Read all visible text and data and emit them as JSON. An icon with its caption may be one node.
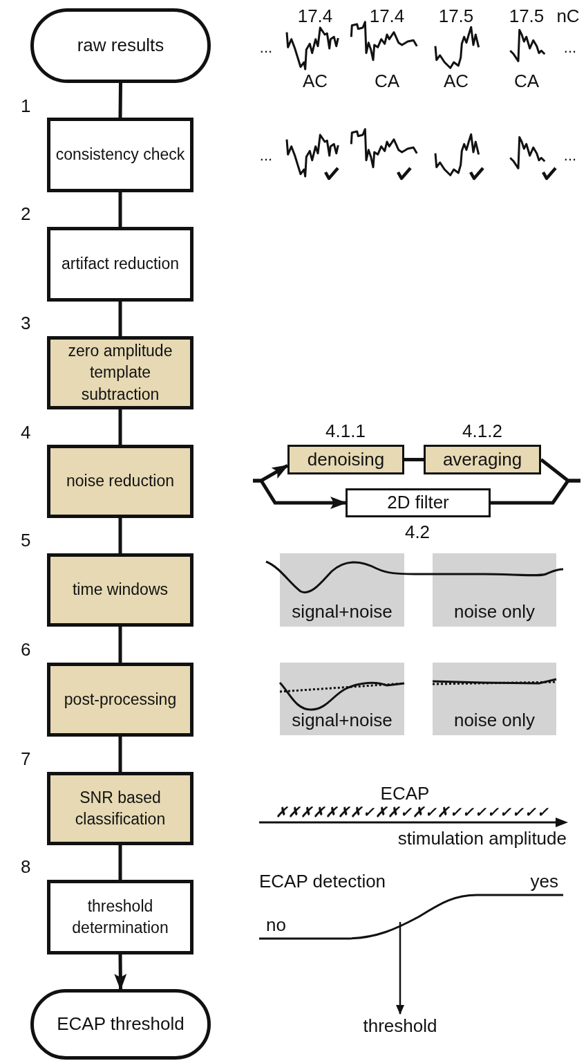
{
  "diagram": {
    "nodes": [
      {
        "text": [
          "raw results"
        ]
      },
      {
        "text": [
          "consistency check"
        ],
        "beside": [
          "1"
        ]
      },
      {
        "text": [
          "artifact reduction"
        ],
        "beside": [
          "2"
        ]
      },
      {
        "text": [
          "zero amplitude template subtraction"
        ],
        "beside": [
          "3"
        ]
      },
      {
        "text": [
          "noise reduction"
        ],
        "beside": [
          "4"
        ]
      },
      {
        "text": [
          "time windows"
        ],
        "beside": [
          "5"
        ]
      },
      {
        "text": [
          "post-processing"
        ],
        "beside": [
          "6"
        ]
      },
      {
        "text": [
          "SNR based classification"
        ],
        "beside": [
          "7"
        ]
      },
      {
        "text": [
          "threshold determination"
        ],
        "beside": [
          "8"
        ]
      },
      {
        "text": [
          "ECAP threshold"
        ]
      },
      {
        "text": [
          "denoising"
        ],
        "beside": [
          "4.1.1"
        ]
      },
      {
        "text": [
          "averaging"
        ],
        "beside": [
          "4.1.2"
        ]
      },
      {
        "text": [
          "2D filter"
        ],
        "beside": [
          "4.2"
        ]
      },
      {
        "text": [
          "signal+noise"
        ]
      },
      {
        "text": [
          "noise only"
        ]
      },
      {
        "text": [
          "signal+noise"
        ]
      },
      {
        "text": [
          "noise only"
        ]
      },
      {
        "text": [
          "threshold"
        ]
      }
    ],
    "edges": [
      {
        "from": 0,
        "to": 1,
        "arrow": "none"
      },
      {
        "from": 1,
        "to": 2,
        "arrow": "none"
      },
      {
        "from": 2,
        "to": 3,
        "arrow": "none"
      },
      {
        "from": 3,
        "to": 4,
        "arrow": "none"
      },
      {
        "from": 4,
        "to": 5,
        "arrow": "none"
      },
      {
        "from": 5,
        "to": 6,
        "arrow": "none"
      },
      {
        "from": 6,
        "to": 7,
        "arrow": "none"
      },
      {
        "from": 7,
        "to": 8,
        "arrow": "none"
      },
      {
        "from": 8,
        "to": 9,
        "arrow": "to"
      },
      {
        "from": null,
        "to": 10,
        "arrow": "to"
      },
      {
        "from": null,
        "to": 12,
        "arrow": "to"
      },
      {
        "from": 10,
        "to": 11,
        "arrow": "none"
      },
      {
        "from": 11,
        "to": null,
        "arrow": "none"
      },
      {
        "from": 12,
        "to": null,
        "arrow": "none"
      },
      {
        "from": null,
        "to": 17,
        "arrow": "to"
      }
    ],
    "labels": [
      "17.4",
      "17.4",
      "17.5",
      "17.5",
      "nC",
      "...",
      "...",
      "AC",
      "CA",
      "AC",
      "CA",
      "...",
      "...",
      "ECAP",
      "✗✗✗✗✗✗✗✓✗✗✓✗✓✗✓✓✓✓✓✓✓✓",
      "stimulation amplitude",
      "ECAP detection",
      "yes",
      "no"
    ]
  }
}
